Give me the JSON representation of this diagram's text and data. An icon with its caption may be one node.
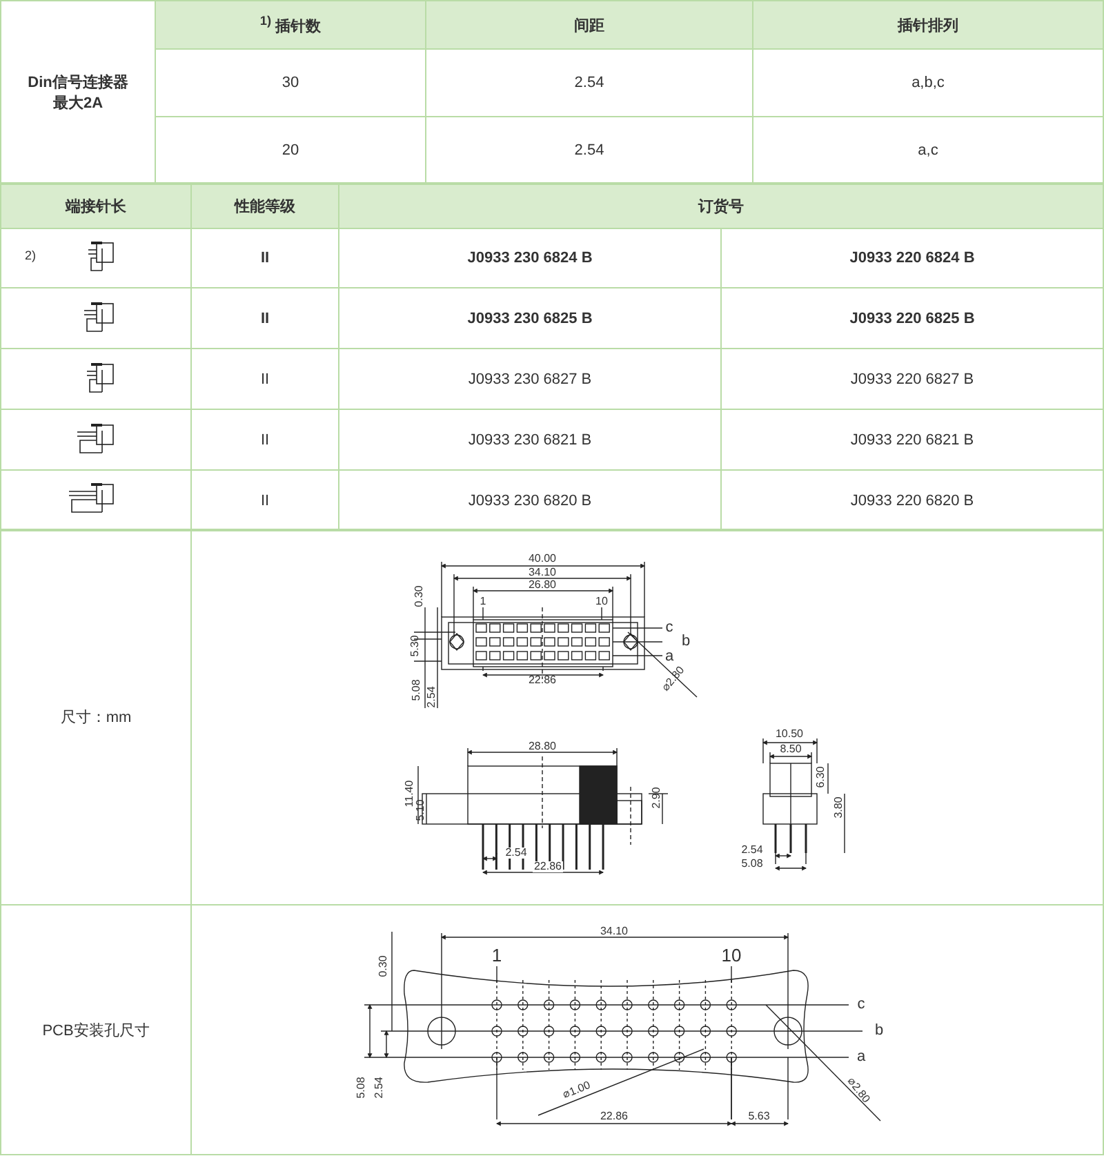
{
  "diagram": {
    "labels": [
      "Din信号连接器最大2A",
      "$^{1)}$ 插针数",
      "间距",
      "插针排列",
      "30",
      "2.54",
      "a,b,c",
      "20",
      "2.54",
      "a,c",
      "端接针长",
      "性能等级",
      "订货号",
      "2)",
      "II",
      "J0933 230 6824 B",
      "J0933 220 6824 B",
      "II",
      "J0933 230 6825 B",
      "J0933 220 6825 B",
      "II",
      "J0933 230 6827 B",
      "J0933 220 6827 B",
      "II",
      "J0933 230 6821 B",
      "J0933 220 6821 B",
      "II",
      "J0933 230 6820 B",
      "J0933 220 6820 B",
      "尺寸：mm",
      "40.00",
      "34.10",
      "26.80",
      "0.30",
      "1",
      "10",
      "c",
      "b",
      "a",
      "5.30",
      "22.86",
      "⌀2.80",
      "5.08",
      "2.54",
      "28.80",
      "11.40",
      "5.10",
      "2.90",
      "2.54",
      "22.86",
      "10.50",
      "8.50",
      "6.30",
      "3.80",
      "2.54",
      "5.08",
      "PCB安装孔尺寸",
      "34.10",
      "0.30",
      "1",
      "10",
      "c",
      "b",
      "a",
      "5.08",
      "2.54",
      "⌀1.00",
      "22.86",
      "5.63",
      "⌀2.80"
    ]
  }
}
